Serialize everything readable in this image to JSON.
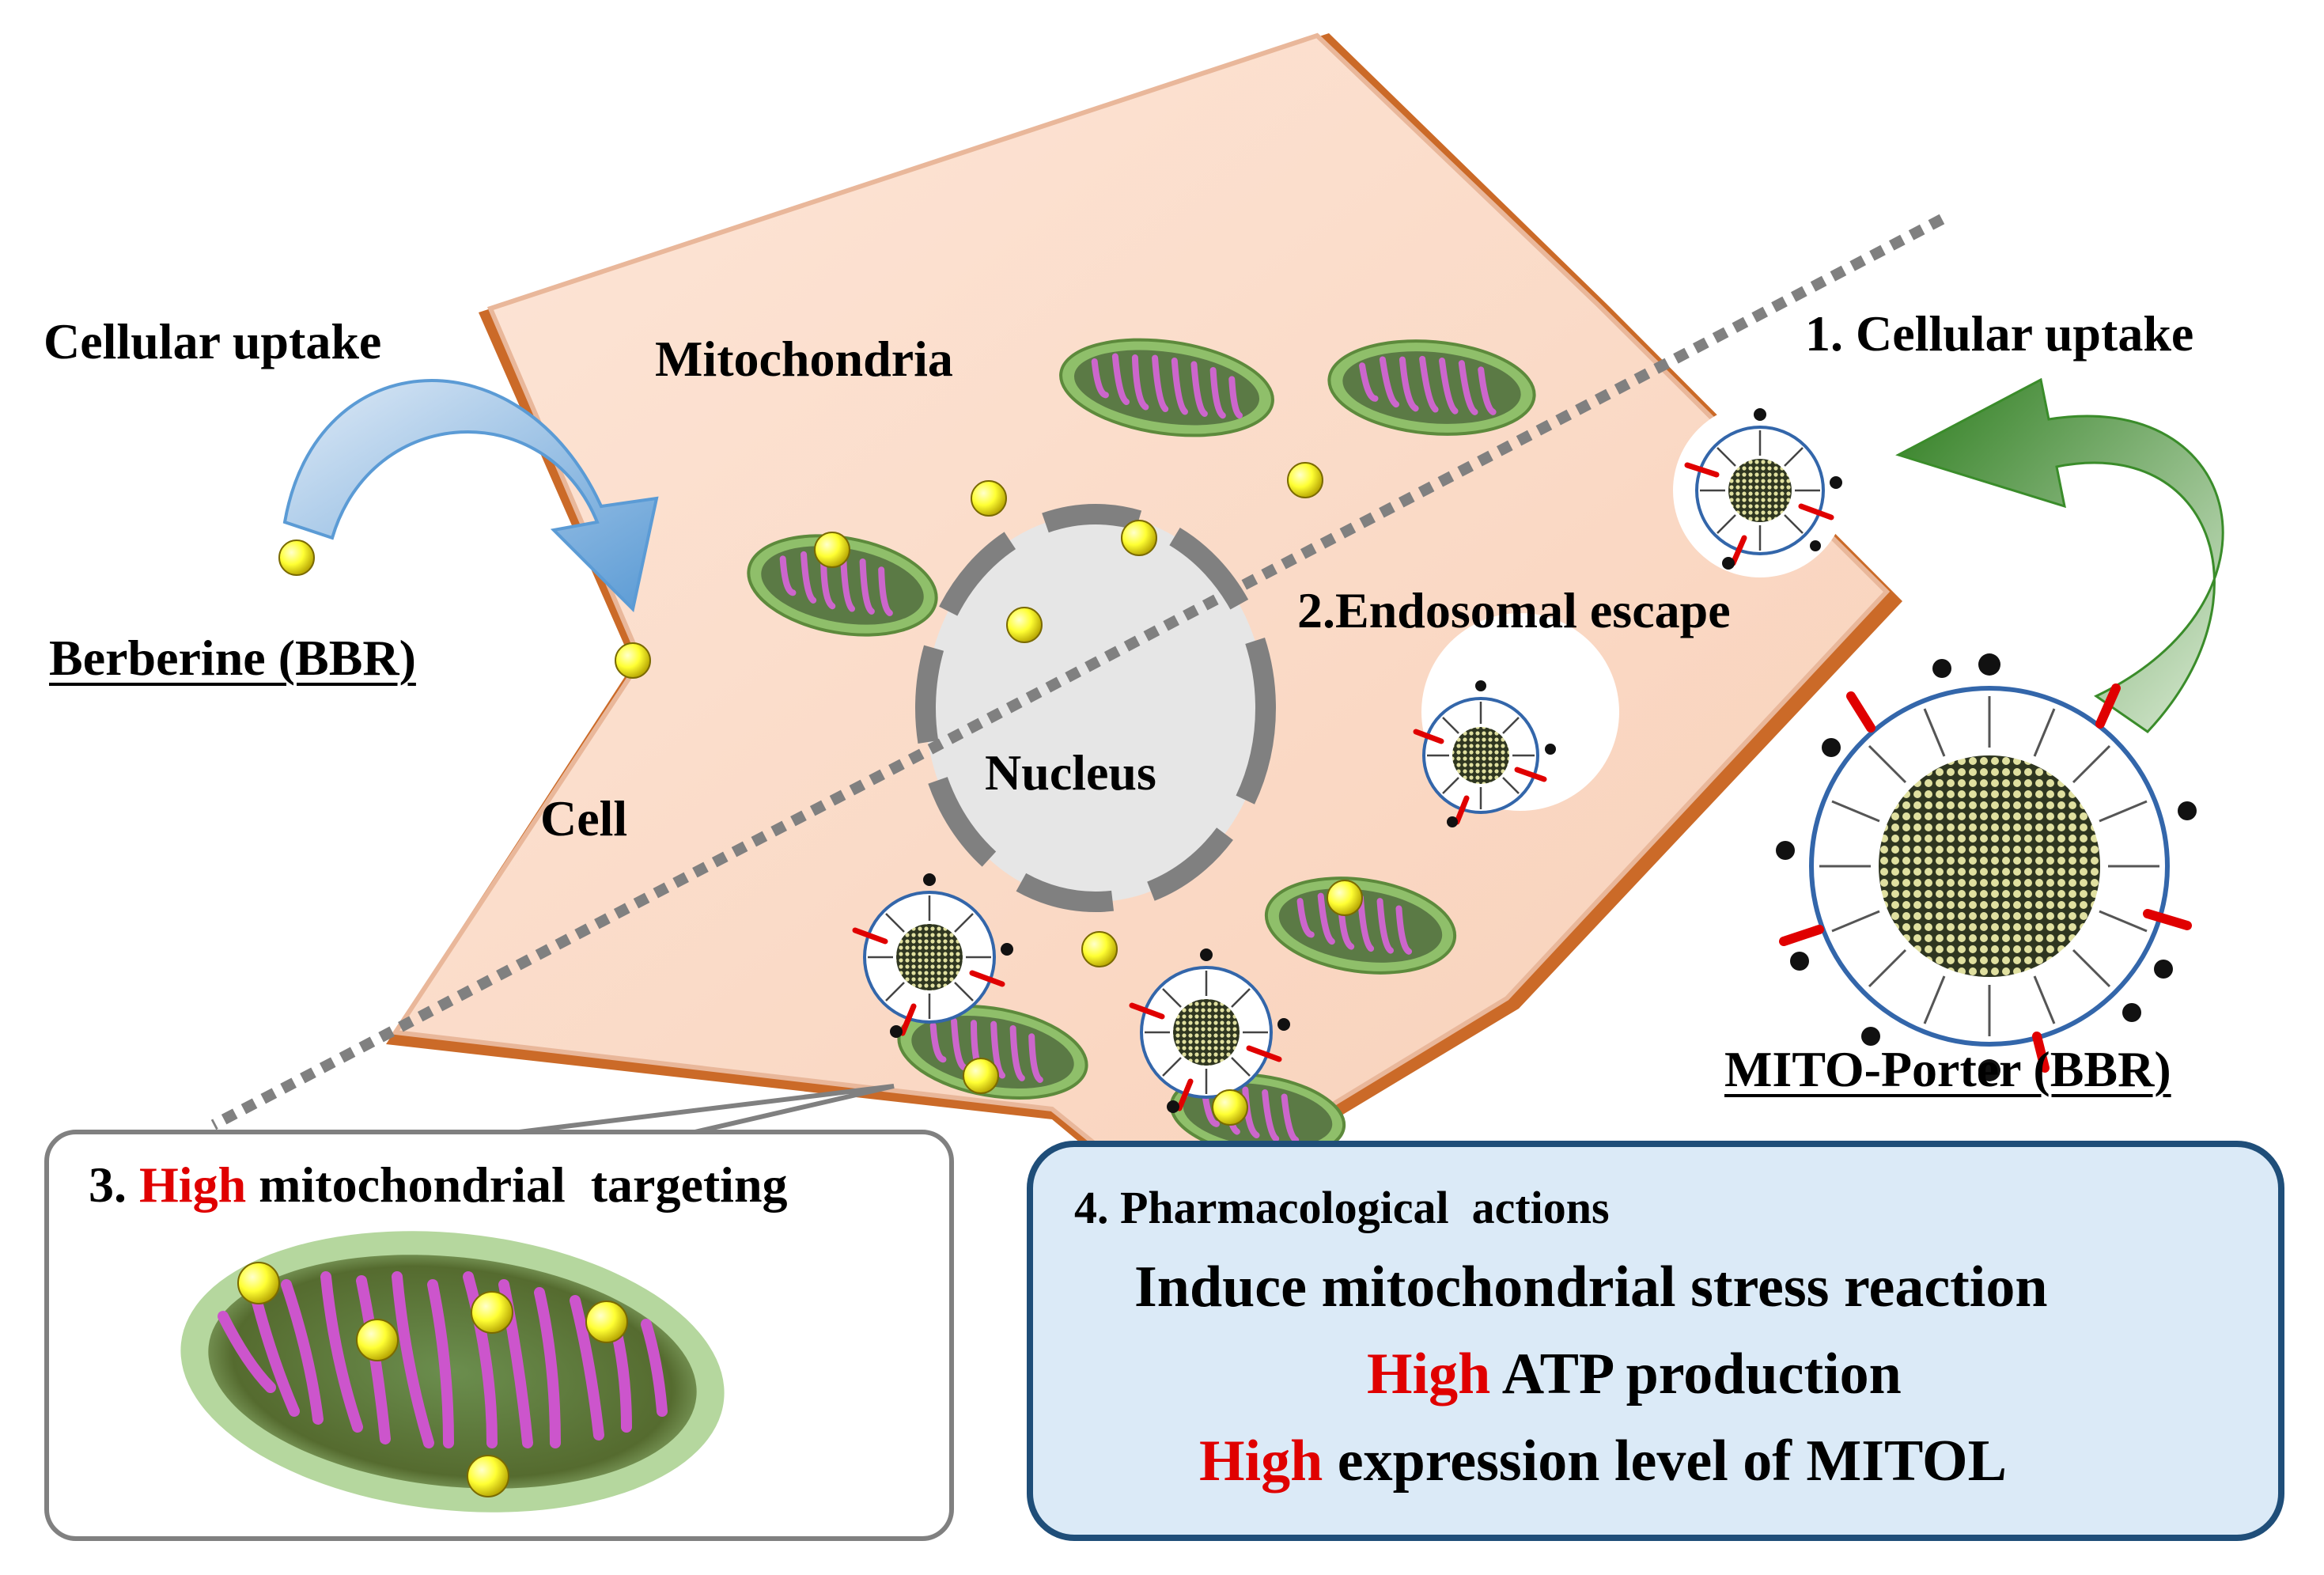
{
  "labels": {
    "cellular_uptake_left": "Cellular uptake",
    "berberine": "Berberine (BBR)",
    "mitochondria": "Mitochondria",
    "cell": "Cell",
    "nucleus": "Nucleus",
    "step1_cellular_uptake": "1. Cellular uptake",
    "step2_endosomal_escape": "2.Endosomal escape",
    "mito_porter": "MITO-Porter (BBR)"
  },
  "box3": {
    "prefix": "3. ",
    "highlight": "High",
    "suffix": " mitochondrial  targeting"
  },
  "box4": {
    "title": "4. Pharmacological  actions",
    "line1": "Induce mitochondrial stress reaction",
    "line2_highlight": "High",
    "line2_rest": " ATP production",
    "line3_highlight": "High",
    "line3_rest": " expression level of MITOL"
  },
  "colors": {
    "cell_fill": "#fbdcca",
    "cell_edge": "#c55a11",
    "mito_outer": "#7aa74f",
    "mito_inner": "#4e6b3e",
    "cristae": "#cc66cc",
    "bbr_yellow": "#ffff33",
    "nucleus_fill": "#e6e6e6",
    "nucleus_dash": "#808080",
    "highlight_red": "#e00000",
    "box4_border": "#1f4e79",
    "box4_fill": "#dbeaf7",
    "arrow_blue": "#5b9bd5",
    "arrow_green": "#3a8c2a"
  },
  "icons": {
    "bbr_molecule": "yellow-sphere",
    "mitochondrion": "mitochondrion",
    "nanoparticle": "mito-porter-liposome"
  }
}
